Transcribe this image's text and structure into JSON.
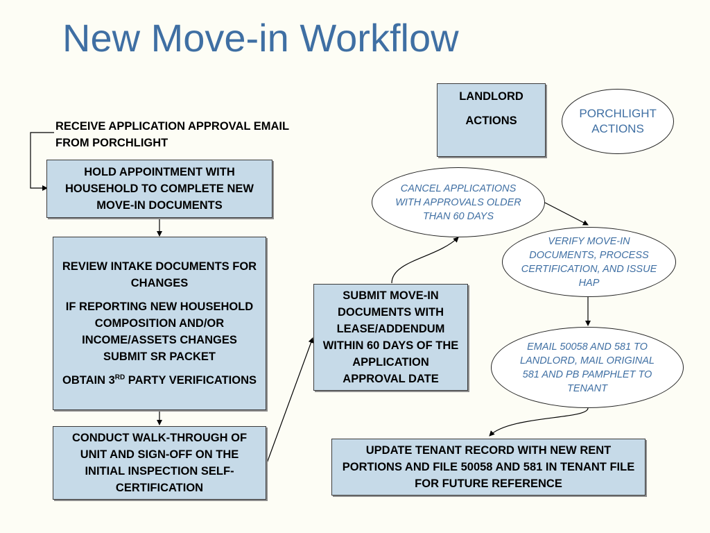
{
  "title": "New Move-in Workflow",
  "legend": {
    "landlord_line1": "LANDLORD",
    "landlord_line2": "ACTIONS",
    "porchlight": "PORCHLIGHT ACTIONS"
  },
  "steps": {
    "receive": "RECEIVE APPLICATION APPROVAL EMAIL FROM PORCHLIGHT",
    "hold": "HOLD APPOINTMENT WITH HOUSEHOLD TO COMPLETE NEW MOVE-IN DOCUMENTS",
    "review_p1": "REVIEW INTAKE DOCUMENTS FOR CHANGES",
    "review_p2": "IF REPORTING NEW HOUSEHOLD COMPOSITION AND/OR INCOME/ASSETS CHANGES SUBMIT SR PACKET",
    "review_p3_pre": "OBTAIN 3",
    "review_p3_sup": "RD",
    "review_p3_post": " PARTY VERIFICATIONS",
    "walkthrough": "CONDUCT WALK-THROUGH OF UNIT AND SIGN-OFF ON THE INITIAL INSPECTION SELF-CERTIFICATION",
    "submit": "SUBMIT MOVE-IN DOCUMENTS WITH LEASE/ADDENDUM WITHIN 60 DAYS OF THE APPLICATION APPROVAL DATE",
    "cancel": "CANCEL APPLICATIONS WITH APPROVALS OLDER THAN 60 DAYS",
    "verify": "VERIFY MOVE-IN DOCUMENTS, PROCESS CERTIFICATION, AND ISSUE HAP",
    "email": "EMAIL 50058 AND 581 TO LANDLORD, MAIL ORIGINAL 581 AND PB PAMPHLET TO TENANT",
    "update": "UPDATE TENANT RECORD WITH NEW RENT PORTIONS AND FILE 50058 AND 581 IN TENANT FILE FOR FUTURE REFERENCE"
  },
  "colors": {
    "landlord_fill": "#c6dae8",
    "porchlight_text": "#3f6fa3",
    "title": "#3f6fa3"
  }
}
